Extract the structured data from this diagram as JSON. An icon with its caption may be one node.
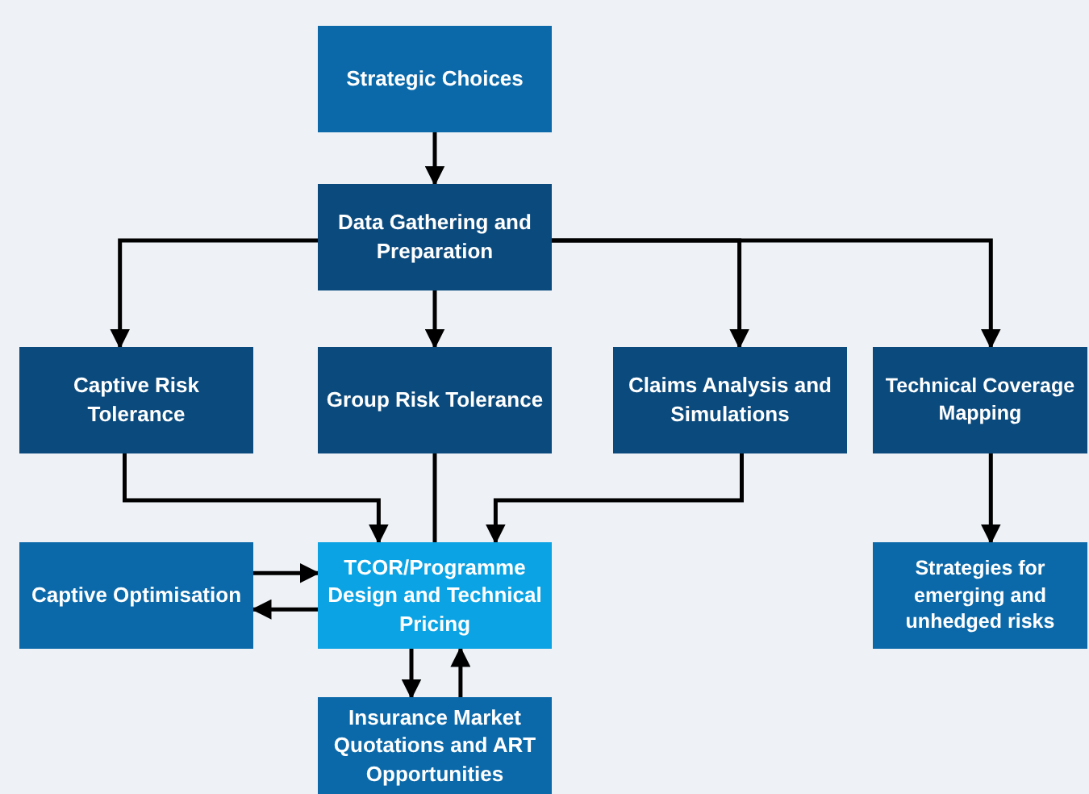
{
  "diagram": {
    "nodes": [
      {
        "text": [
          "Strategic Choices"
        ]
      },
      {
        "text": [
          "Data Gathering and Preparation"
        ]
      },
      {
        "text": [
          "Captive Risk Tolerance"
        ]
      },
      {
        "text": [
          "Group Risk Tolerance"
        ]
      },
      {
        "text": [
          "Claims Analysis and Simulations"
        ]
      },
      {
        "text": [
          "Technical Coverage Mapping"
        ]
      },
      {
        "text": [
          "Captive Optimisation"
        ]
      },
      {
        "text": [
          "TCOR/Programme Design and Technical Pricing"
        ]
      },
      {
        "text": [
          "Strategies for emerging and unhedged risks"
        ]
      },
      {
        "text": [
          "Insurance Market Quotations and ART Opportunities"
        ]
      }
    ],
    "edges": [
      {
        "from": 0,
        "to": 1,
        "arrow": "to"
      },
      {
        "from": 1,
        "to": 2,
        "arrow": "to"
      },
      {
        "from": 1,
        "to": 3,
        "arrow": "to"
      },
      {
        "from": 1,
        "to": 4,
        "arrow": "to"
      },
      {
        "from": 1,
        "to": 5,
        "arrow": "to"
      },
      {
        "from": 2,
        "to": 7,
        "arrow": "to"
      },
      {
        "from": 3,
        "to": 7,
        "arrow": "none"
      },
      {
        "from": 4,
        "to": 7,
        "arrow": "to"
      },
      {
        "from": 6,
        "to": 7,
        "arrow": "to"
      },
      {
        "from": 7,
        "to": 6,
        "arrow": "to"
      },
      {
        "from": 5,
        "to": 8,
        "arrow": "to"
      },
      {
        "from": 7,
        "to": 9,
        "arrow": "to"
      },
      {
        "from": 9,
        "to": 7,
        "arrow": "to"
      }
    ]
  }
}
